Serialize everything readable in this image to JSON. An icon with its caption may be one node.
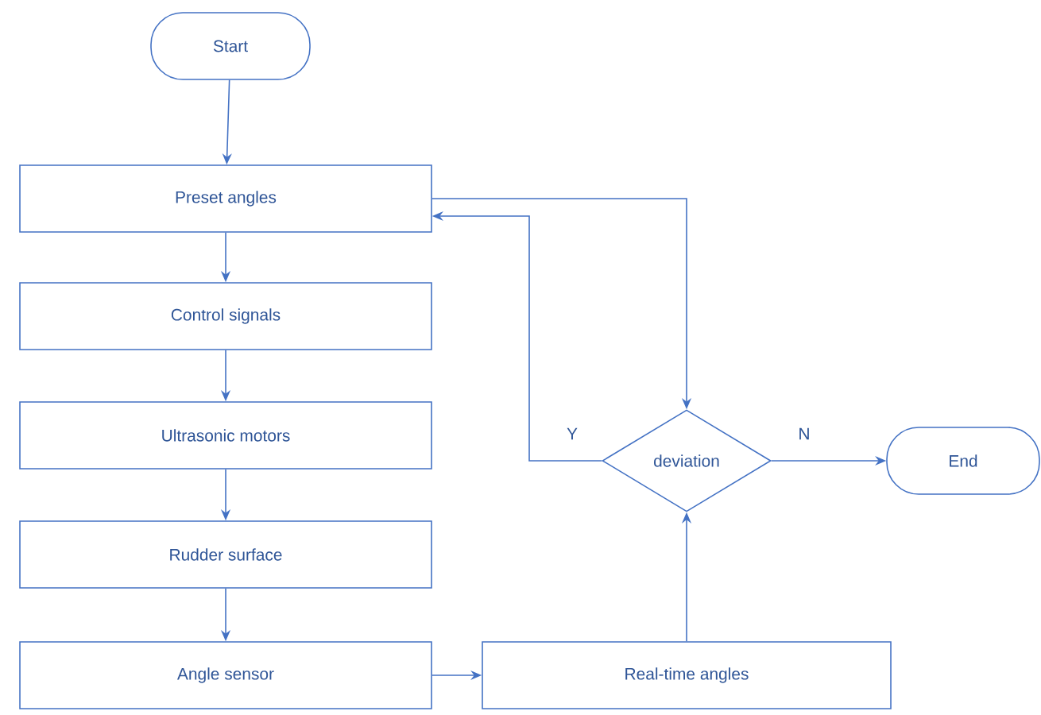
{
  "diagram": {
    "nodes": [
      {
        "text": [
          "Start"
        ]
      },
      {
        "text": [
          "Preset angles"
        ]
      },
      {
        "text": [
          "Control signals"
        ]
      },
      {
        "text": [
          "Ultrasonic motors"
        ]
      },
      {
        "text": [
          "Rudder surface"
        ]
      },
      {
        "text": [
          "Angle sensor"
        ]
      },
      {
        "text": [
          "Real-time angles"
        ]
      },
      {
        "text": [
          "deviation"
        ]
      },
      {
        "text": [
          "End"
        ]
      }
    ],
    "edges": [
      {
        "from": 0,
        "to": 1,
        "arrow": "to"
      },
      {
        "from": 1,
        "to": 2,
        "arrow": "to"
      },
      {
        "from": 2,
        "to": 3,
        "arrow": "to"
      },
      {
        "from": 3,
        "to": 4,
        "arrow": "to"
      },
      {
        "from": 4,
        "to": 5,
        "arrow": "to"
      },
      {
        "from": 5,
        "to": 6,
        "arrow": "to"
      },
      {
        "from": 6,
        "to": 7,
        "arrow": "to"
      },
      {
        "from": 7,
        "to": 1,
        "arrow": "to",
        "label": "Y"
      },
      {
        "from": 1,
        "to": 7,
        "arrow": "to"
      },
      {
        "from": 7,
        "to": 8,
        "arrow": "to",
        "label": "N"
      }
    ]
  }
}
